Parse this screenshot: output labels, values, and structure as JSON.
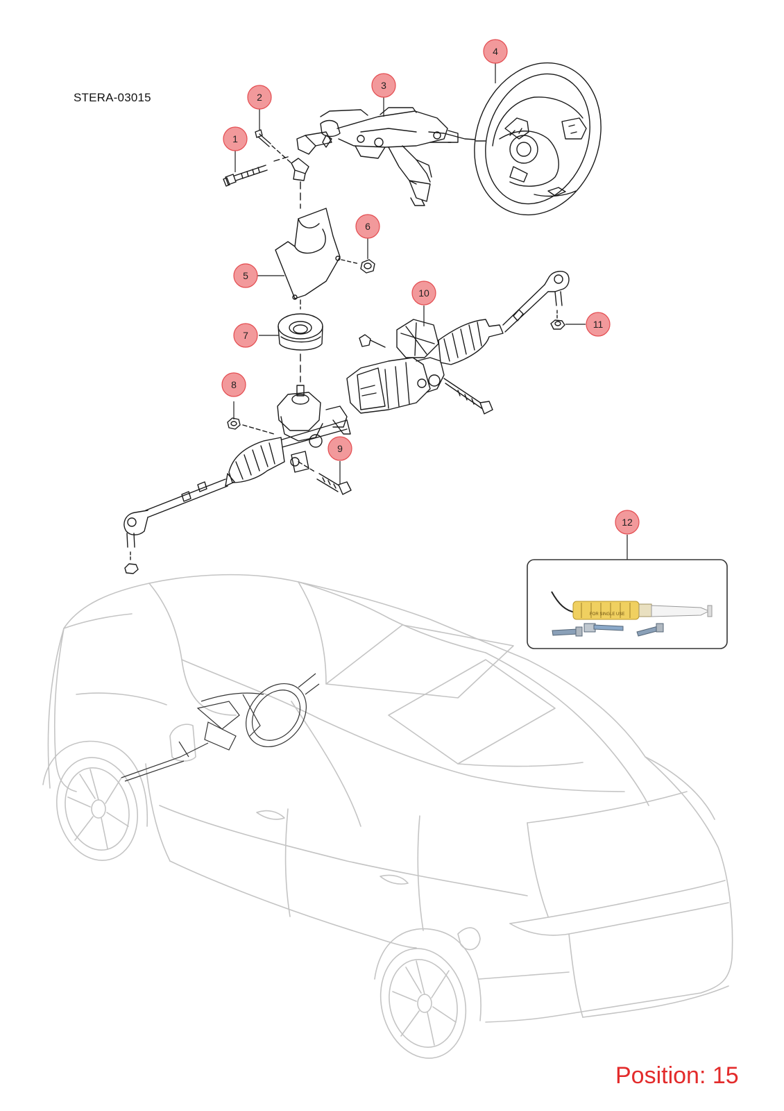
{
  "diagram": {
    "code": "STERA-03015",
    "position_label": "Position: 15",
    "callouts": [
      {
        "id": "1",
        "label": "1"
      },
      {
        "id": "2",
        "label": "2"
      },
      {
        "id": "3",
        "label": "3"
      },
      {
        "id": "4",
        "label": "4"
      },
      {
        "id": "5",
        "label": "5"
      },
      {
        "id": "6",
        "label": "6"
      },
      {
        "id": "7",
        "label": "7"
      },
      {
        "id": "8",
        "label": "8"
      },
      {
        "id": "9",
        "label": "9"
      },
      {
        "id": "10",
        "label": "10"
      },
      {
        "id": "11",
        "label": "11"
      },
      {
        "id": "12",
        "label": "12"
      }
    ],
    "inset": {
      "syringe_text": "FOR SINGLE USE"
    },
    "colors": {
      "callout_fill": "#f2999b",
      "callout_stroke": "#e34b4f",
      "position_text": "#e32b2b",
      "vehicle_outline": "#c4c4c4",
      "parts_outline": "#1a1a1a"
    }
  }
}
